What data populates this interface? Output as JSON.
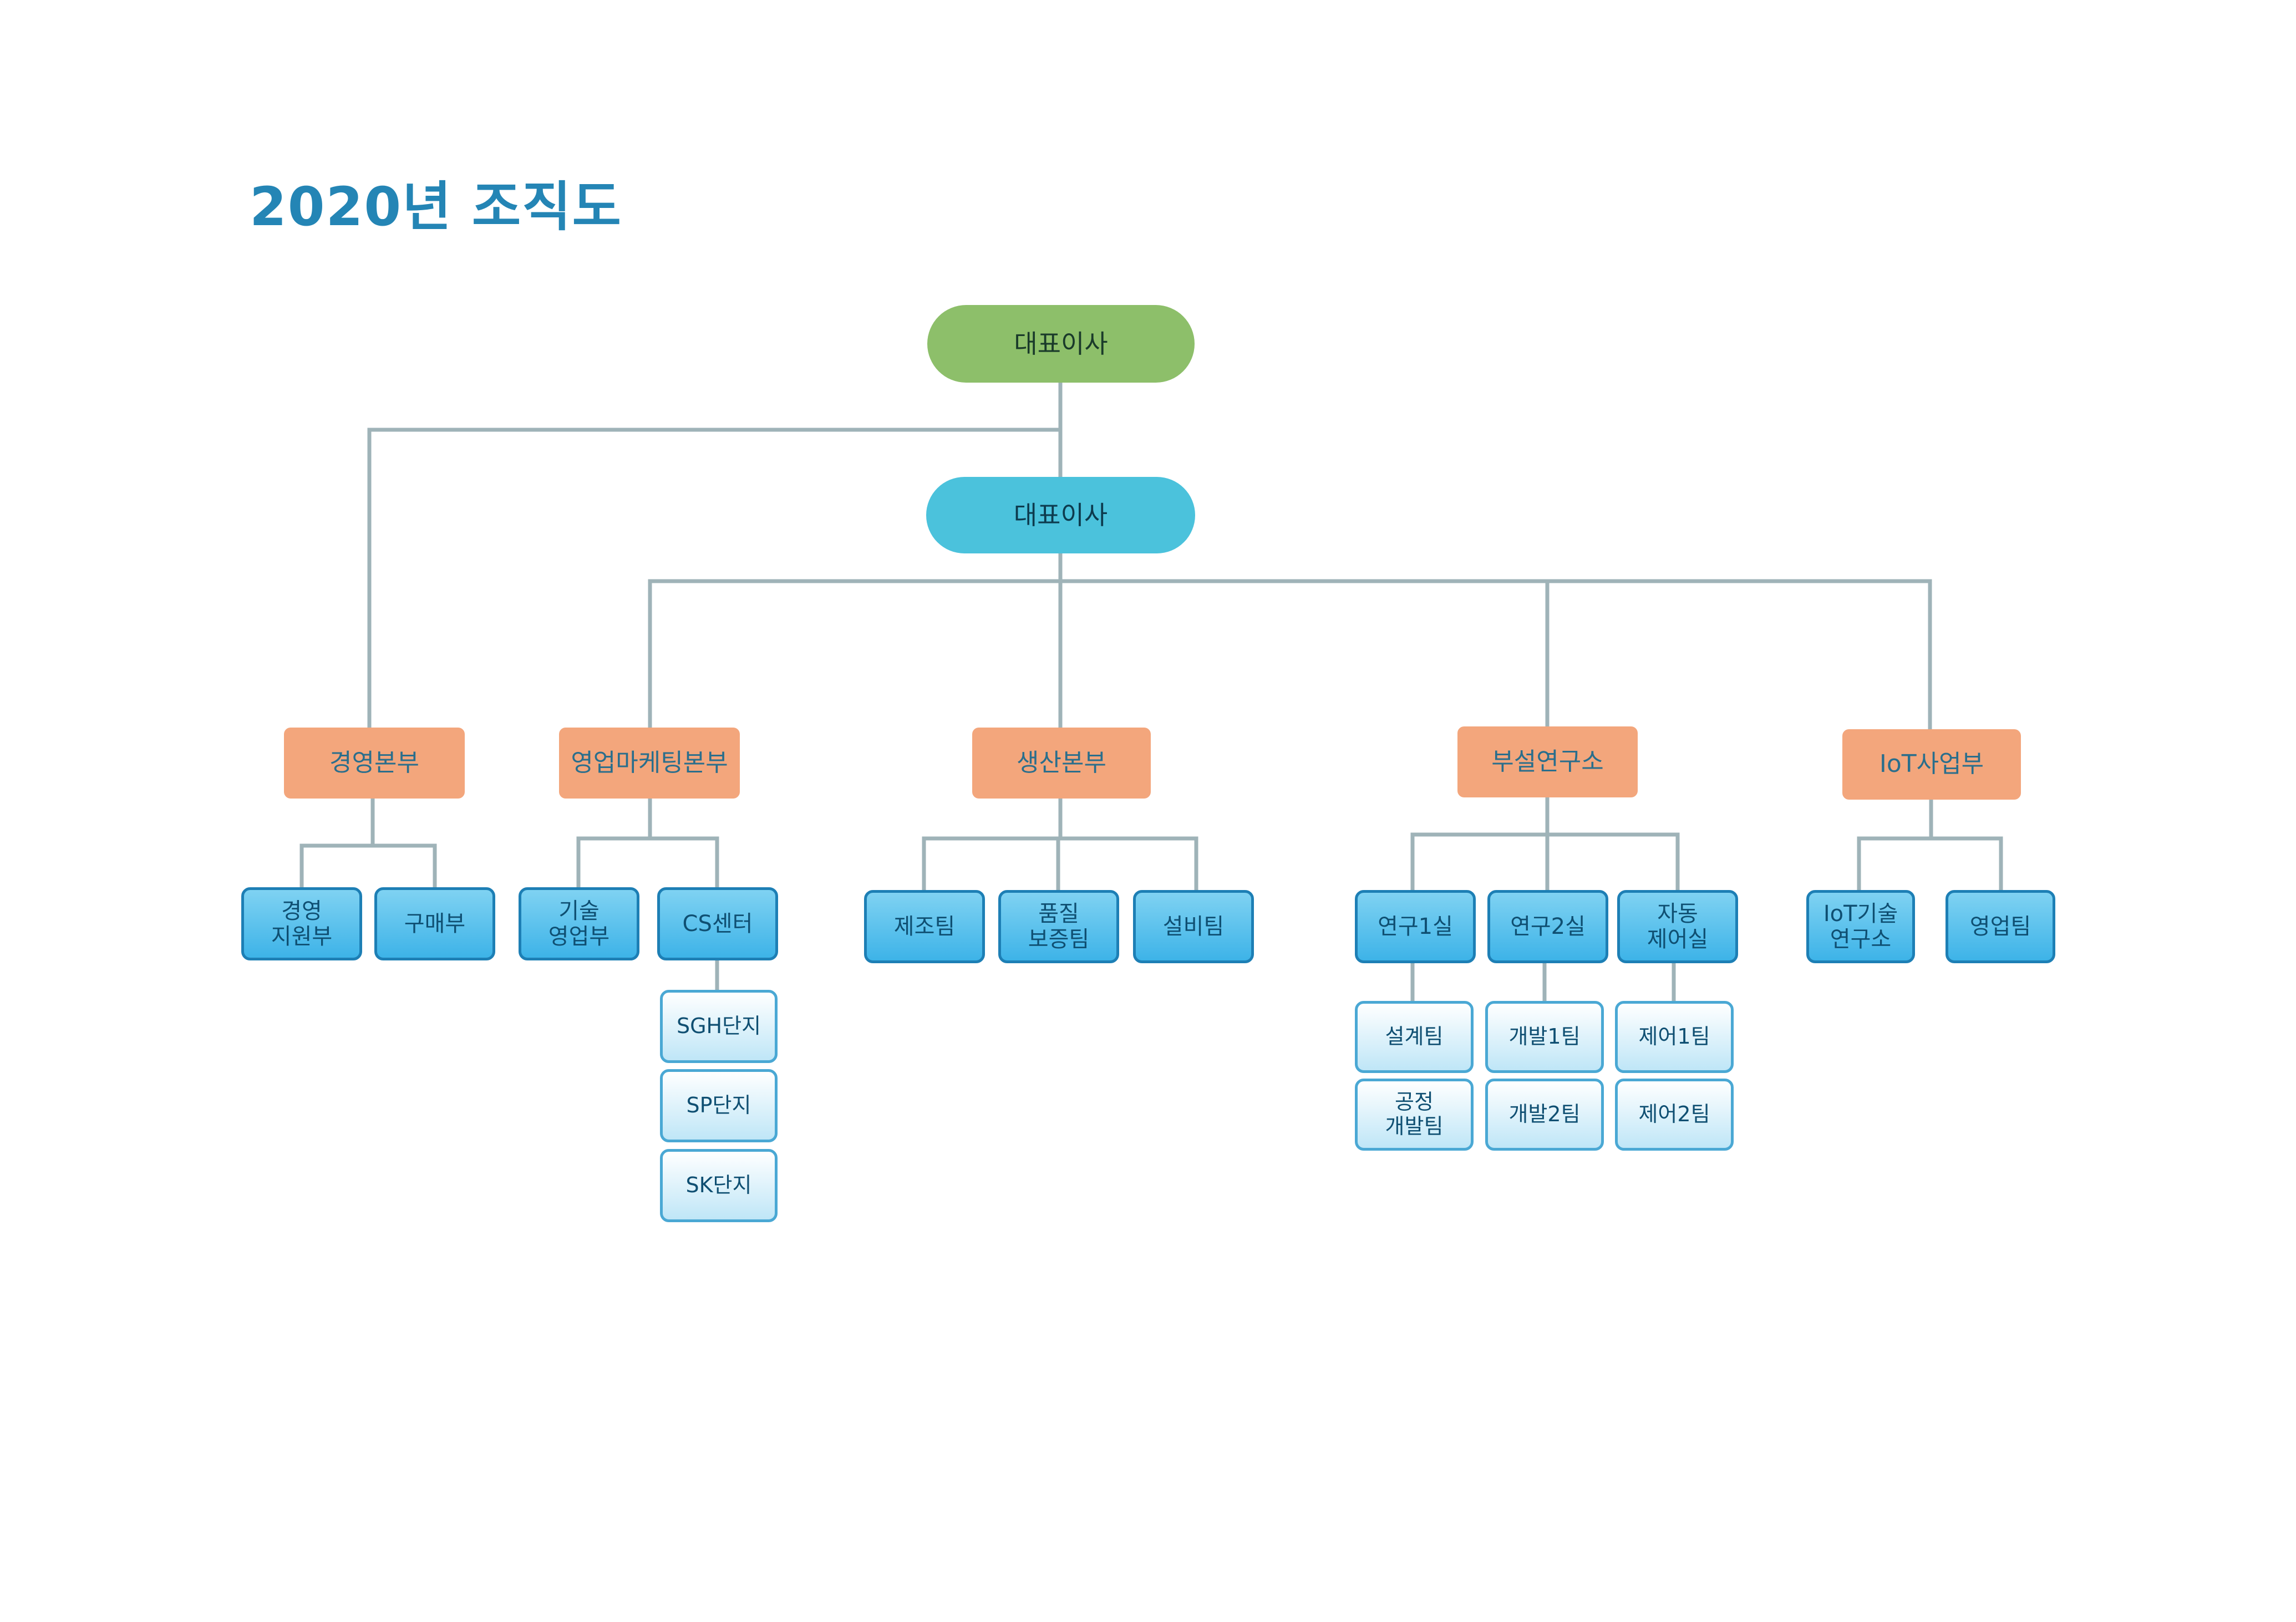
{
  "title": "2020년 조직도",
  "top": {
    "ceo1": "대표이사",
    "ceo2": "대표이사"
  },
  "divisions": {
    "mgmt": "경영본부",
    "sales": "영업마케팅본부",
    "prod": "생산본부",
    "lab": "부설연구소",
    "iot": "IoT사업부"
  },
  "teams": {
    "mgmt_support": "경영\n지원부",
    "purchase": "구매부",
    "tech_sales": "기술\n영업부",
    "cs": "CS센터",
    "cs_sgh": "SGH단지",
    "cs_sp": "SP단지",
    "cs_sk": "SK단지",
    "manufacturing": "제조팀",
    "quality": "품질\n보증팀",
    "facility": "설비팀",
    "lab1": "연구1실",
    "lab2": "연구2실",
    "auto_control": "자동\n제어실",
    "design": "설계팀",
    "process_dev": "공정\n개발팀",
    "dev1": "개발1팀",
    "dev2": "개발2팀",
    "ctrl1": "제어1팀",
    "ctrl2": "제어2팀",
    "iot_lab": "IoT기술\n연구소",
    "iot_sales": "영업팀"
  },
  "colors": {
    "title": "#2485b5",
    "ceo_top": "#8dbf6a",
    "ceo_second": "#4bc2dc",
    "division": "#f3a67c",
    "team": "#3db3e8",
    "connector": "#9fb3b8"
  }
}
